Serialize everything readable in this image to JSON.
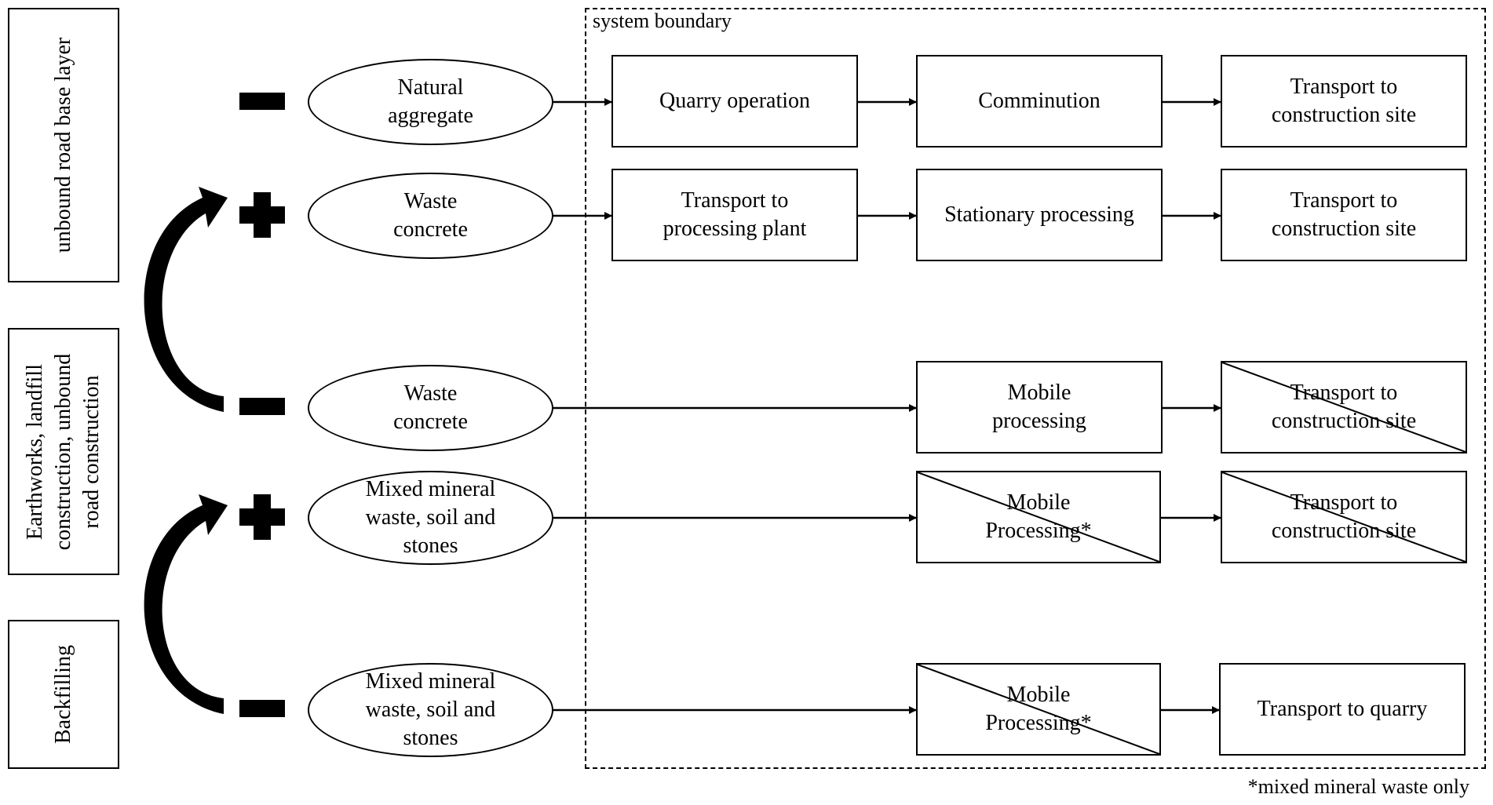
{
  "boundary": {
    "label": "system boundary"
  },
  "footnote": "*mixed mineral waste only",
  "uses": {
    "road_base": {
      "label": "unbound road base layer"
    },
    "earthworks": {
      "line1": "Earthworks, landfill",
      "line2": "construction, unbound",
      "line3": "road construction"
    },
    "backfilling": {
      "label": "Backfilling"
    }
  },
  "materials": {
    "natural_aggregate": {
      "line1": "Natural",
      "line2": "aggregate",
      "sign": "minus"
    },
    "waste_concrete_plus": {
      "line1": "Waste",
      "line2": "concrete",
      "sign": "plus"
    },
    "waste_concrete_minus": {
      "line1": "Waste",
      "line2": "concrete",
      "sign": "minus"
    },
    "mixed_mineral_plus": {
      "line1": "Mixed mineral",
      "line2": "waste, soil and",
      "line3": "stones",
      "sign": "plus"
    },
    "mixed_mineral_minus": {
      "line1": "Mixed mineral",
      "line2": "waste, soil and",
      "line3": "stones",
      "sign": "minus"
    }
  },
  "processes": {
    "quarry_operation": {
      "line1": "Quarry operation",
      "crossed": false
    },
    "comminution": {
      "line1": "Comminution",
      "crossed": false
    },
    "transport_site_1": {
      "line1": "Transport to",
      "line2": "construction site",
      "crossed": false
    },
    "transport_plant": {
      "line1": "Transport to",
      "line2": "processing plant",
      "crossed": false
    },
    "stationary_processing": {
      "line1": "Stationary processing",
      "crossed": false
    },
    "transport_site_2": {
      "line1": "Transport to",
      "line2": "construction site",
      "crossed": false
    },
    "mobile_processing_1": {
      "line1": "Mobile",
      "line2": "processing",
      "crossed": false
    },
    "transport_site_3": {
      "line1": "Transport to",
      "line2": "construction site",
      "crossed": true
    },
    "mobile_processing_2": {
      "line1": "Mobile",
      "line2": "Processing*",
      "crossed": true
    },
    "transport_site_4": {
      "line1": "Transport to",
      "line2": "construction site",
      "crossed": true
    },
    "mobile_processing_3": {
      "line1": "Mobile",
      "line2": "Processing*",
      "crossed": true
    },
    "transport_quarry": {
      "line1": "Transport to quarry",
      "crossed": false
    }
  },
  "colors": {
    "stroke": "#000000",
    "background": "#ffffff"
  }
}
